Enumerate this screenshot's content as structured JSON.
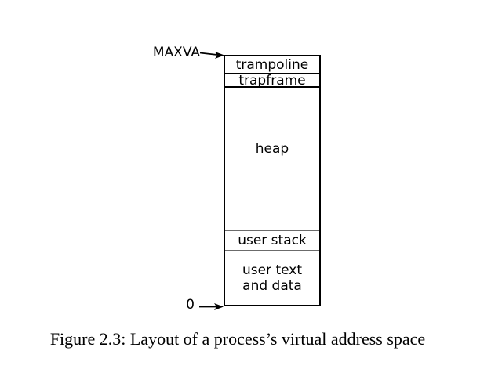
{
  "diagram": {
    "maxva_label": "MAXVA",
    "zero_label": "0",
    "segments": [
      {
        "label": "trampoline"
      },
      {
        "label": "trapframe"
      },
      {
        "label": "heap"
      },
      {
        "label": "user stack"
      },
      {
        "label_line1": "user text",
        "label_line2": "and data"
      }
    ],
    "colors": {
      "line": "#000000",
      "soft_divider": "#6b6b6b",
      "background": "#ffffff"
    }
  },
  "caption": "Figure 2.3: Layout of a process’s virtual address space"
}
